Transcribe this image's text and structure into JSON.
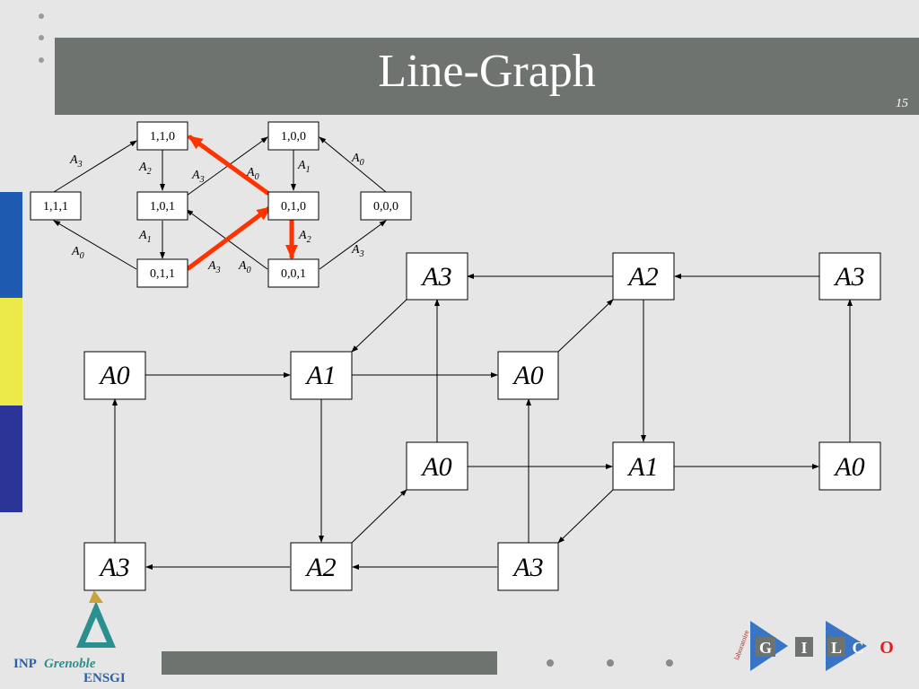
{
  "slide": {
    "title": "Line-Graph",
    "number": "15"
  },
  "small_graph": {
    "nodes": [
      {
        "id": "n110",
        "label": "1,1,0"
      },
      {
        "id": "n100",
        "label": "1,0,0"
      },
      {
        "id": "n111",
        "label": "1,1,1"
      },
      {
        "id": "n101",
        "label": "1,0,1"
      },
      {
        "id": "n010",
        "label": "0,1,0"
      },
      {
        "id": "n000",
        "label": "0,0,0"
      },
      {
        "id": "n011",
        "label": "0,1,1"
      },
      {
        "id": "n001",
        "label": "0,0,1"
      }
    ],
    "edge_labels": [
      {
        "base": "A",
        "sub": "3"
      },
      {
        "base": "A",
        "sub": "2"
      },
      {
        "base": "A",
        "sub": "3"
      },
      {
        "base": "A",
        "sub": "0"
      },
      {
        "base": "A",
        "sub": "1"
      },
      {
        "base": "A",
        "sub": "0"
      },
      {
        "base": "A",
        "sub": "0"
      },
      {
        "base": "A",
        "sub": "1"
      },
      {
        "base": "A",
        "sub": "2"
      },
      {
        "base": "A",
        "sub": "3"
      },
      {
        "base": "A",
        "sub": "3"
      },
      {
        "base": "A",
        "sub": "0"
      }
    ]
  },
  "line_graph": {
    "nodes": [
      {
        "id": "r1a",
        "label": "A3"
      },
      {
        "id": "r1b",
        "label": "A2"
      },
      {
        "id": "r1c",
        "label": "A3"
      },
      {
        "id": "r2a",
        "label": "A0"
      },
      {
        "id": "r2b",
        "label": "A1"
      },
      {
        "id": "r2c",
        "label": "A0"
      },
      {
        "id": "r3a",
        "label": "A0"
      },
      {
        "id": "r3b",
        "label": "A1"
      },
      {
        "id": "r3c",
        "label": "A0"
      },
      {
        "id": "r4a",
        "label": "A3"
      },
      {
        "id": "r4b",
        "label": "A2"
      },
      {
        "id": "r4c",
        "label": "A3"
      }
    ]
  },
  "logos": {
    "inp_text": "INP",
    "grenoble_text": "Grenoble",
    "ensgi_text": "ENSGI",
    "gilco_letters": [
      "G",
      "I",
      "L",
      "C",
      "O"
    ],
    "lab_text": "laboratoire"
  },
  "colors": {
    "title_bar": "#6f7370",
    "highlight": "#ff3300",
    "stripe_blue": "#1e5bb0",
    "stripe_yellow": "#ece94a",
    "stripe_navy": "#2a3497"
  }
}
